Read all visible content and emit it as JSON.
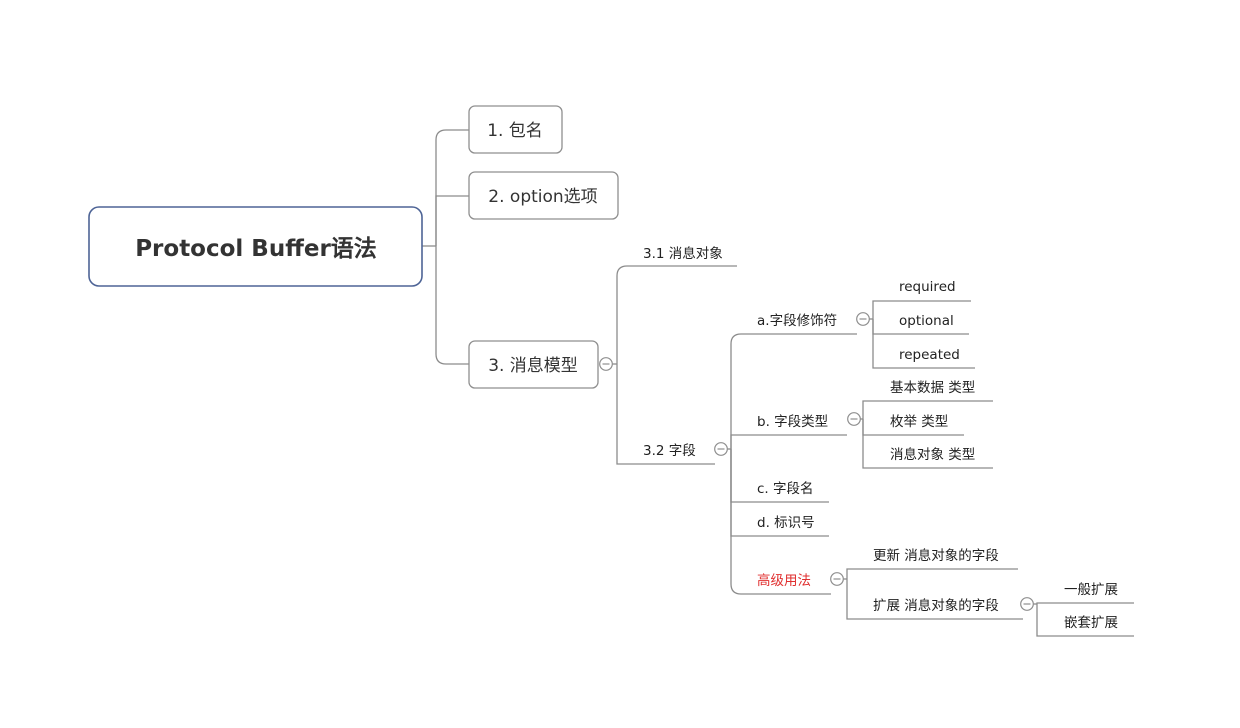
{
  "root": "Protocol Buffer语法",
  "level1": [
    "1. 包名",
    "2. option选项",
    "3. 消息模型"
  ],
  "message_model": {
    "objects": "3.1 消息对象",
    "fields": "3.2 字段"
  },
  "fields_children": {
    "modifiers": {
      "label": "a.字段修饰符",
      "items": [
        "required",
        "optional",
        "repeated"
      ]
    },
    "types": {
      "label": "b. 字段类型",
      "items": [
        "基本数据 类型",
        "枚举 类型",
        "消息对象 类型"
      ]
    },
    "name": "c. 字段名",
    "tag": "d. 标识号",
    "advanced": {
      "label": "高级用法",
      "color": "#e02f2f",
      "update": "更新 消息对象的字段",
      "extend": {
        "label": "扩展 消息对象的字段",
        "items": [
          "一般扩展",
          "嵌套扩展"
        ]
      }
    }
  },
  "colors": {
    "root_border": "#4e6496",
    "line": "#8c8c8c",
    "highlight": "#e02f2f"
  },
  "collapse_icon": "minus-circle-icon"
}
